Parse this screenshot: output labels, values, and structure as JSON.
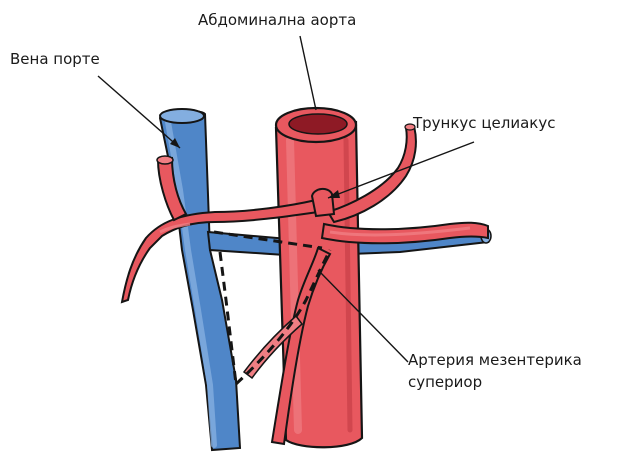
{
  "labels": {
    "abdominal_aorta": "Абдоминална аорта",
    "portal_vein": "Вена порте",
    "celiac_trunk": "Трункус целиакус",
    "sma_line1": "Артерия мезентерика",
    "sma_line2": "супериор"
  },
  "colors": {
    "artery_fill": "#e8585f",
    "artery_light": "#f07e83",
    "artery_dark": "#c23a43",
    "artery_lumen": "#8e1a25",
    "vein_fill": "#4f86c8",
    "vein_light": "#83aee0",
    "vein_dark": "#2d5f9c",
    "outline": "#151515"
  }
}
